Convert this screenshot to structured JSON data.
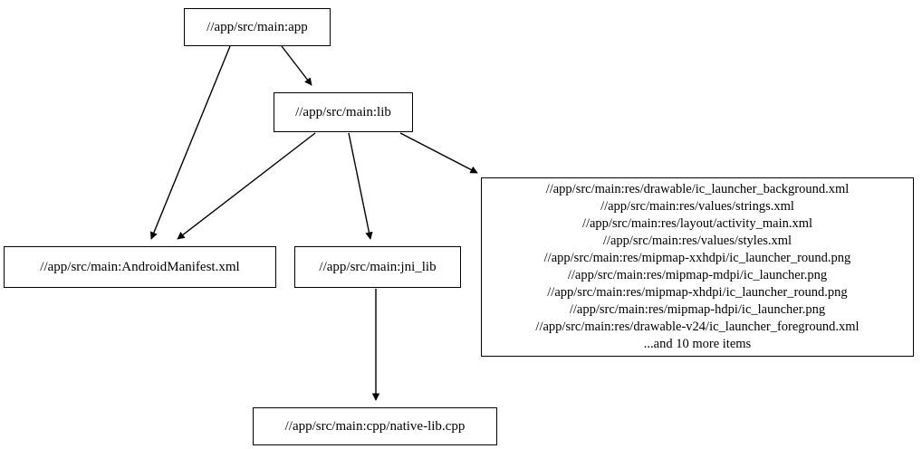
{
  "graph": {
    "type": "dependency-dag",
    "background_color": "#ffffff",
    "node_border_color": "#000000",
    "edge_color": "#000000",
    "text_color": "#000000",
    "nodes": [
      {
        "id": "app",
        "label": "//app/src/main:app"
      },
      {
        "id": "lib",
        "label": "//app/src/main:lib"
      },
      {
        "id": "manifest",
        "label": "//app/src/main:AndroidManifest.xml"
      },
      {
        "id": "jni_lib",
        "label": "//app/src/main:jni_lib"
      },
      {
        "id": "native_lib",
        "label": "//app/src/main:cpp/native-lib.cpp"
      },
      {
        "id": "res",
        "label": "//app/src/main:res/drawable/ic_launcher_background.xml\n//app/src/main:res/values/strings.xml\n//app/src/main:res/layout/activity_main.xml\n//app/src/main:res/values/styles.xml\n//app/src/main:res/mipmap-xxhdpi/ic_launcher_round.png\n//app/src/main:res/mipmap-mdpi/ic_launcher.png\n//app/src/main:res/mipmap-xhdpi/ic_launcher_round.png\n//app/src/main:res/mipmap-hdpi/ic_launcher.png\n//app/src/main:res/drawable-v24/ic_launcher_foreground.xml\n...and 10 more items",
        "lines": [
          "//app/src/main:res/drawable/ic_launcher_background.xml",
          "//app/src/main:res/values/strings.xml",
          "//app/src/main:res/layout/activity_main.xml",
          "//app/src/main:res/values/styles.xml",
          "//app/src/main:res/mipmap-xxhdpi/ic_launcher_round.png",
          "//app/src/main:res/mipmap-mdpi/ic_launcher.png",
          "//app/src/main:res/mipmap-xhdpi/ic_launcher_round.png",
          "//app/src/main:res/mipmap-hdpi/ic_launcher.png",
          "//app/src/main:res/drawable-v24/ic_launcher_foreground.xml",
          "...and 10 more items"
        ],
        "more_items_count": 10
      }
    ],
    "edges": [
      {
        "from": "app",
        "to": "lib"
      },
      {
        "from": "app",
        "to": "manifest"
      },
      {
        "from": "lib",
        "to": "manifest"
      },
      {
        "from": "lib",
        "to": "jni_lib"
      },
      {
        "from": "lib",
        "to": "res"
      },
      {
        "from": "jni_lib",
        "to": "native_lib"
      }
    ]
  }
}
